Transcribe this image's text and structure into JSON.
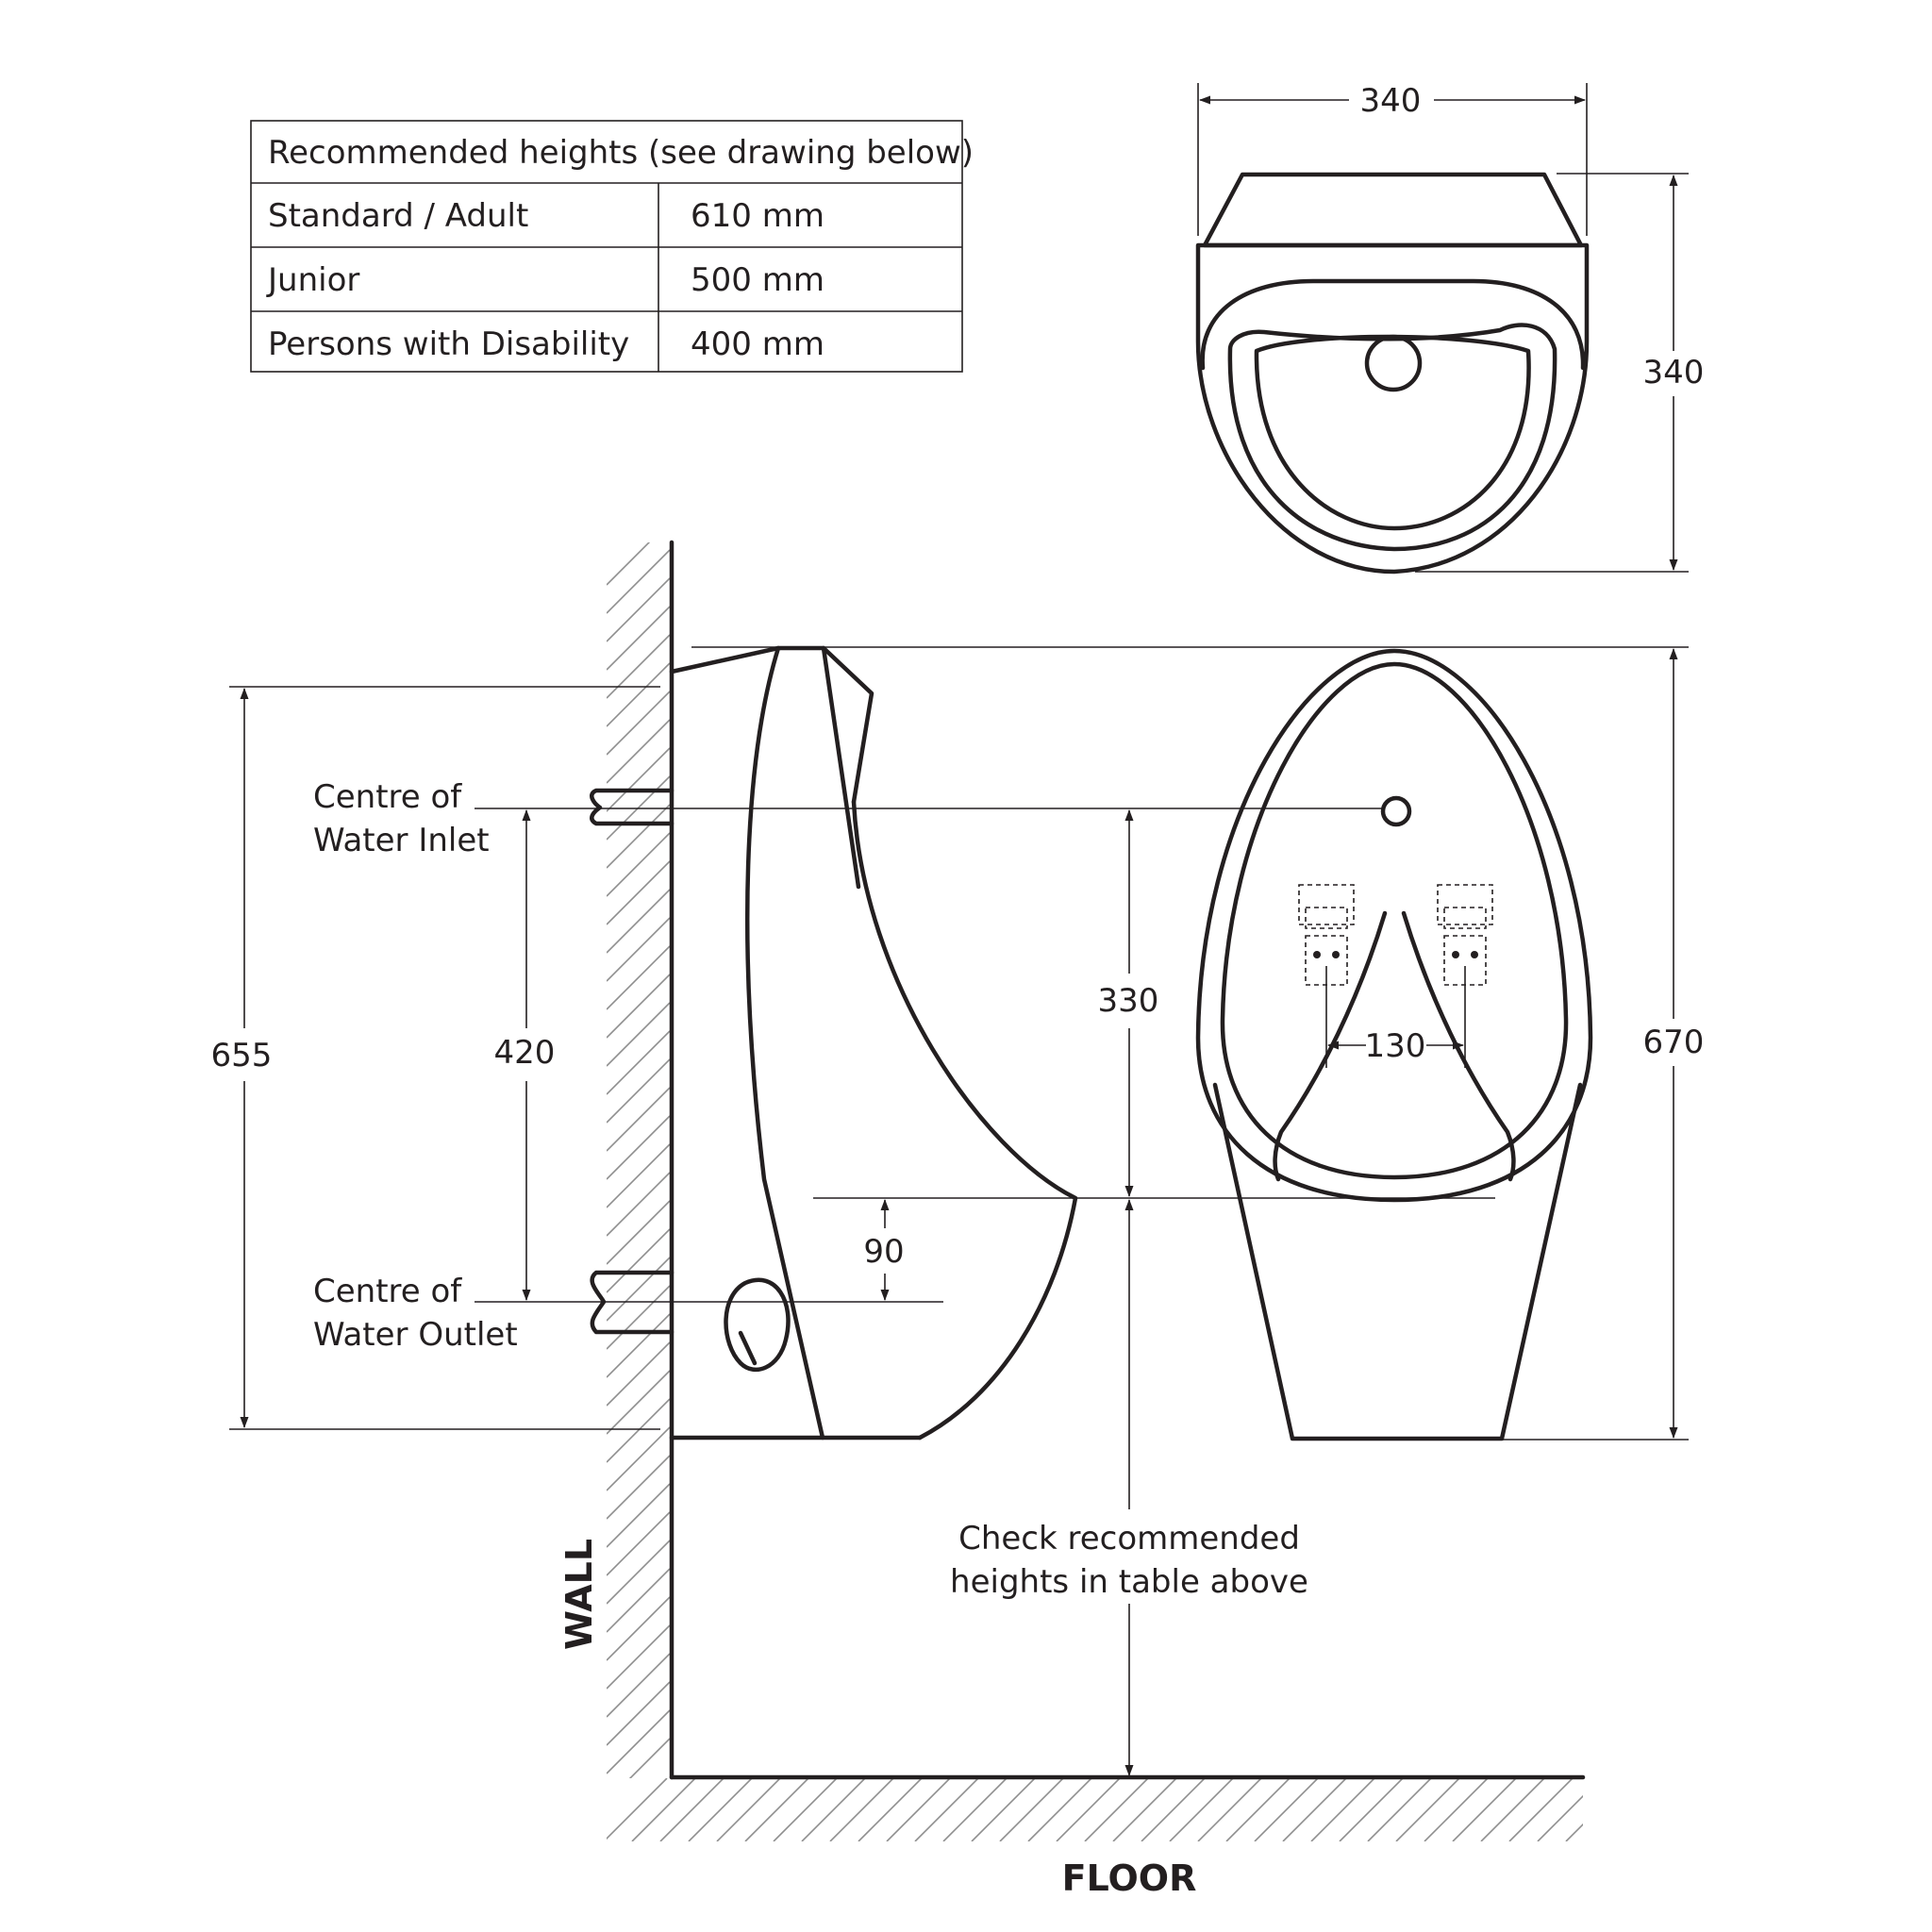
{
  "table": {
    "header": "Recommended heights (see drawing below)",
    "rows": [
      {
        "label": "Standard / Adult",
        "value": "610 mm"
      },
      {
        "label": "Junior",
        "value": "500 mm"
      },
      {
        "label": "Persons with Disability",
        "value": "400 mm"
      }
    ]
  },
  "labels": {
    "inlet_line1": "Centre of",
    "inlet_line2": "Water Inlet",
    "outlet_line1": "Centre of",
    "outlet_line2": "Water Outlet",
    "wall": "WALL",
    "floor": "FLOOR",
    "note_line1": "Check recommended",
    "note_line2": "heights in table above"
  },
  "dimensions": {
    "top_width": "340",
    "top_depth": "340",
    "overall_height": "655",
    "inlet_outlet_spacing": "420",
    "inlet_to_lip": "330",
    "lip_to_outlet": "90",
    "sensor_spacing": "130",
    "front_height": "670"
  }
}
